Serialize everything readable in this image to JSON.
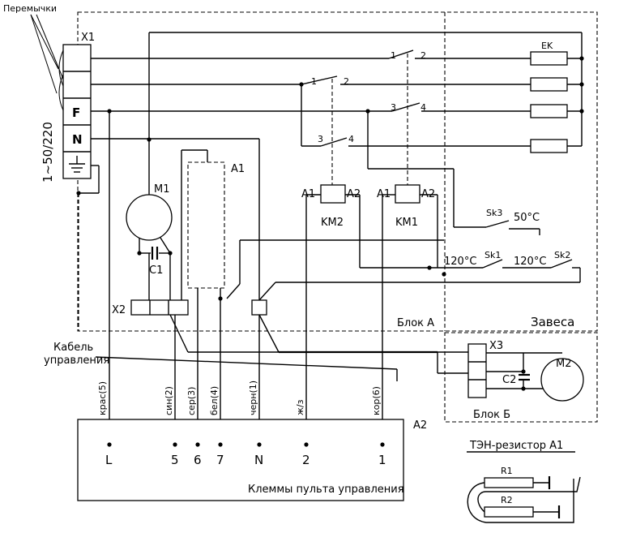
{
  "labels": {
    "jumpers": "Перемычки",
    "x1": "X1",
    "f": "F",
    "n": "N",
    "supply": "1~50/220",
    "m1": "M1",
    "c1": "C1",
    "a1": "A1",
    "x2": "X2",
    "ek": "EK",
    "sw1_1": "1",
    "sw1_2": "2",
    "sw2_1": "1",
    "sw2_2": "2",
    "sw3_3": "3",
    "sw3_4": "4",
    "sw4_3": "3",
    "sw4_4": "4",
    "km2_a1": "A1",
    "km2_a2": "A2",
    "km2": "KM2",
    "km1_a1": "A1",
    "km1_a2": "A2",
    "km1": "KM1",
    "sk3": "Sk3",
    "t50": "50°C",
    "sk1": "Sk1",
    "t120a": "120°C",
    "sk2": "Sk2",
    "t120b": "120°C",
    "block_a": "Блок А",
    "zavesa": "Завеса",
    "cable": "Кабель управления",
    "cable_line1": "Кабель",
    "cable_line2": "управления",
    "x3": "X3",
    "m2": "M2",
    "c2": "C2",
    "block_b": "Блок Б",
    "a2": "A2",
    "panel_terminals": "Клеммы пульта управления",
    "ten_title": "ТЭН-резистор А1",
    "r1": "R1",
    "r2": "R2"
  },
  "wires": [
    "крас(5)",
    "син(2)",
    "сер(3)",
    "бел(4)",
    "черн(1)",
    "ж/з",
    "кор(6)"
  ],
  "terminals": [
    "L",
    "5",
    "6",
    "7",
    "N",
    "2",
    "1"
  ]
}
